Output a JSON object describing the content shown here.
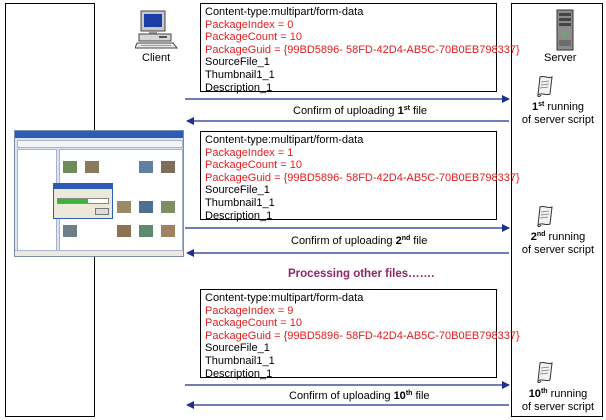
{
  "client": {
    "label": "Client",
    "icon": "computer-icon"
  },
  "server": {
    "label": "Server",
    "icon": "server-tower-icon"
  },
  "script_icon": "script-scroll-icon",
  "packets": [
    {
      "content_type": "Content-type:multipart/form-data",
      "package_index": "PackageIndex = 0",
      "package_count": "PackageCount = 10",
      "package_guid": "PackageGuid = {99BD5896- 58FD-42D4-AB5C-70B0EB798337}",
      "source_file": "SourceFile_1",
      "thumbnail": "Thumbnail1_1",
      "description": "Description_1"
    },
    {
      "content_type": "Content-type:multipart/form-data",
      "package_index": "PackageIndex = 1",
      "package_count": "PackageCount = 10",
      "package_guid": "PackageGuid = {99BD5896- 58FD-42D4-AB5C-70B0EB798337}",
      "source_file": "SourceFile_1",
      "thumbnail": "Thumbnail1_1",
      "description": "Description_1"
    },
    {
      "content_type": "Content-type:multipart/form-data",
      "package_index": "PackageIndex = 9",
      "package_count": "PackageCount = 10",
      "package_guid": "PackageGuid = {99BD5896- 58FD-42D4-AB5C-70B0EB798337}",
      "source_file": "SourceFile_1",
      "thumbnail": "Thumbnail1_1",
      "description": "Description_1"
    }
  ],
  "confirms": [
    {
      "prefix": "Confirm of uploading ",
      "ordinal": "1",
      "suffix": "st",
      "tail": " file"
    },
    {
      "prefix": "Confirm of uploading ",
      "ordinal": "2",
      "suffix": "nd",
      "tail": " file"
    },
    {
      "prefix": "Confirm of uploading ",
      "ordinal": "10",
      "suffix": "th",
      "tail": " file"
    }
  ],
  "runs": [
    {
      "ordinal": "1",
      "suffix": "st",
      "line1_tail": " running",
      "line2": "of server script"
    },
    {
      "ordinal": "2",
      "suffix": "nd",
      "line1_tail": " running",
      "line2": "of server script"
    },
    {
      "ordinal": "10",
      "suffix": "th",
      "line1_tail": " running",
      "line2": "of server script"
    }
  ],
  "processing": "Processing other files…….",
  "colors": {
    "arrow": "#1f2f8f",
    "red_text": "#e02020",
    "processing": "#8e2668"
  }
}
